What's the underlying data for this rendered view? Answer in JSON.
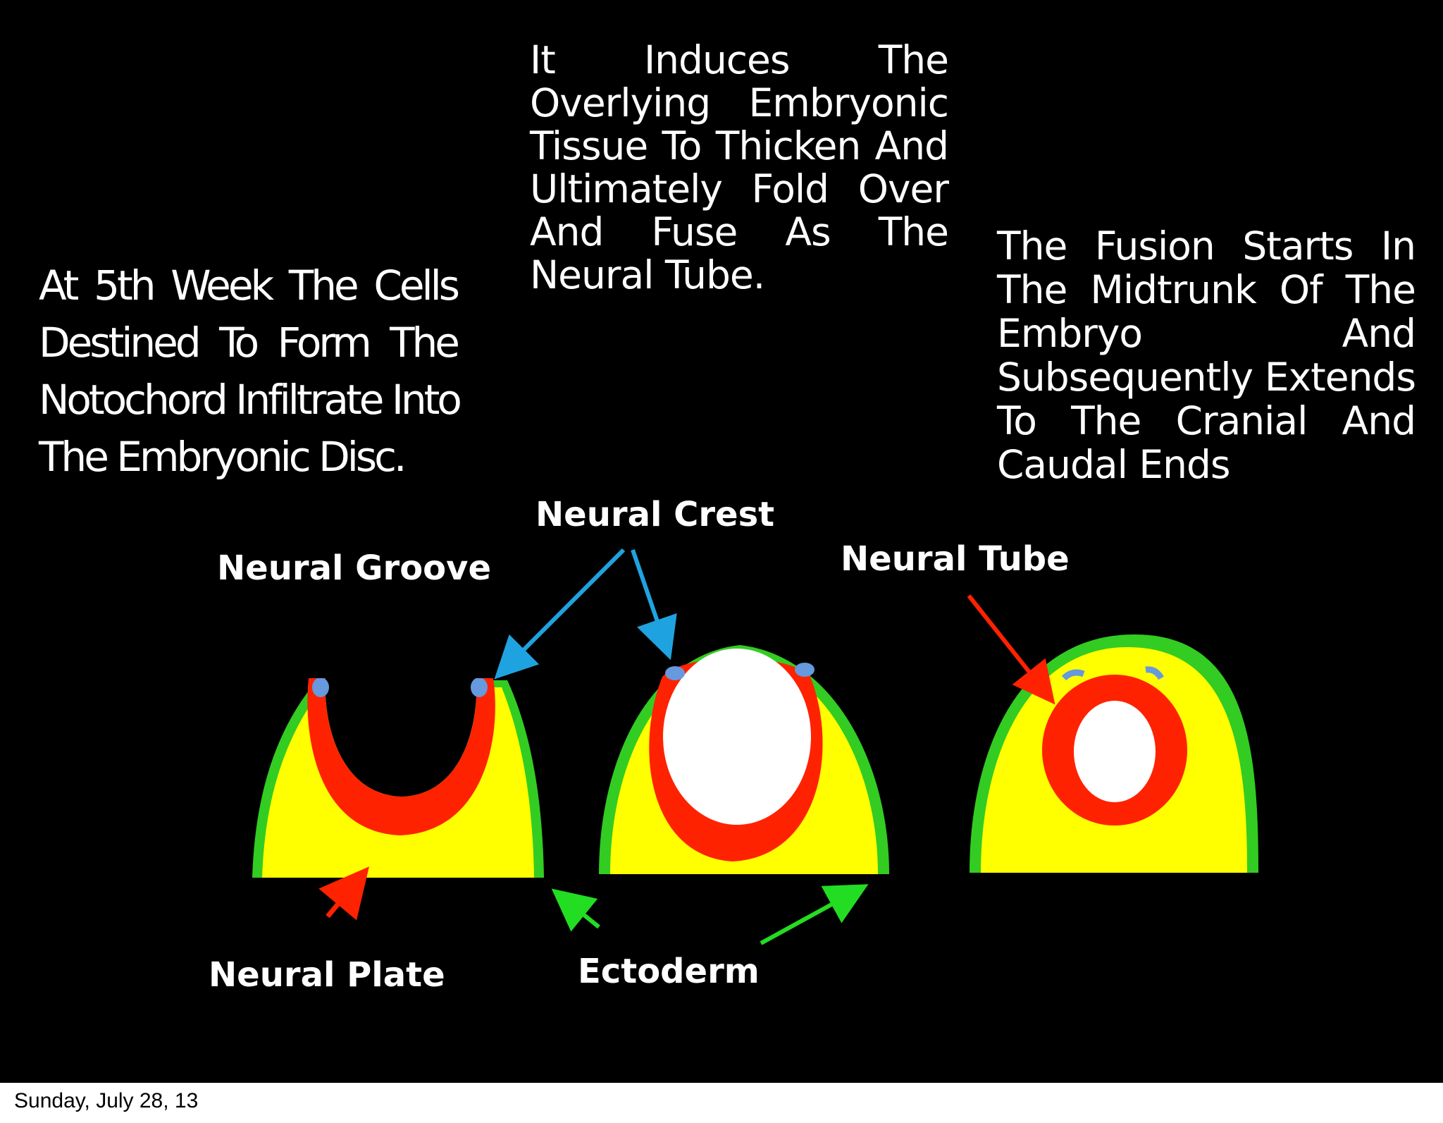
{
  "paragraphs": {
    "left": [
      "At 5th Week The Cells",
      "Destined To Form The",
      "Notochord Infiltrate Into",
      "The Embryonic Disc."
    ],
    "middle": [
      "It Induces The",
      "Overlying Embryonic",
      "Tissue To Thicken And",
      "Ultimately Fold Over",
      "And Fuse As The",
      "Neural Tube."
    ],
    "right": [
      "The Fusion Starts In",
      "The Midtrunk Of The",
      "Embryo And",
      "Subsequently Extends",
      "To The Cranial And",
      "Caudal Ends"
    ]
  },
  "labels": {
    "neural_groove": "Neural Groove",
    "neural_crest": "Neural Crest",
    "neural_tube": "Neural Tube",
    "neural_plate": "Neural Plate",
    "ectoderm": "Ectoderm"
  },
  "footer": {
    "date": "Sunday, July 28, 13"
  },
  "colors": {
    "background": "#000000",
    "ectoderm_green": "#33cc22",
    "mesoderm_yellow": "#ffff00",
    "neural_red": "#ff2200",
    "neural_crest_blue": "#6699dd",
    "lumen_white": "#ffffff",
    "arrow_blue": "#1fa3e0",
    "arrow_red": "#ff2200",
    "arrow_green": "#22dd22"
  }
}
